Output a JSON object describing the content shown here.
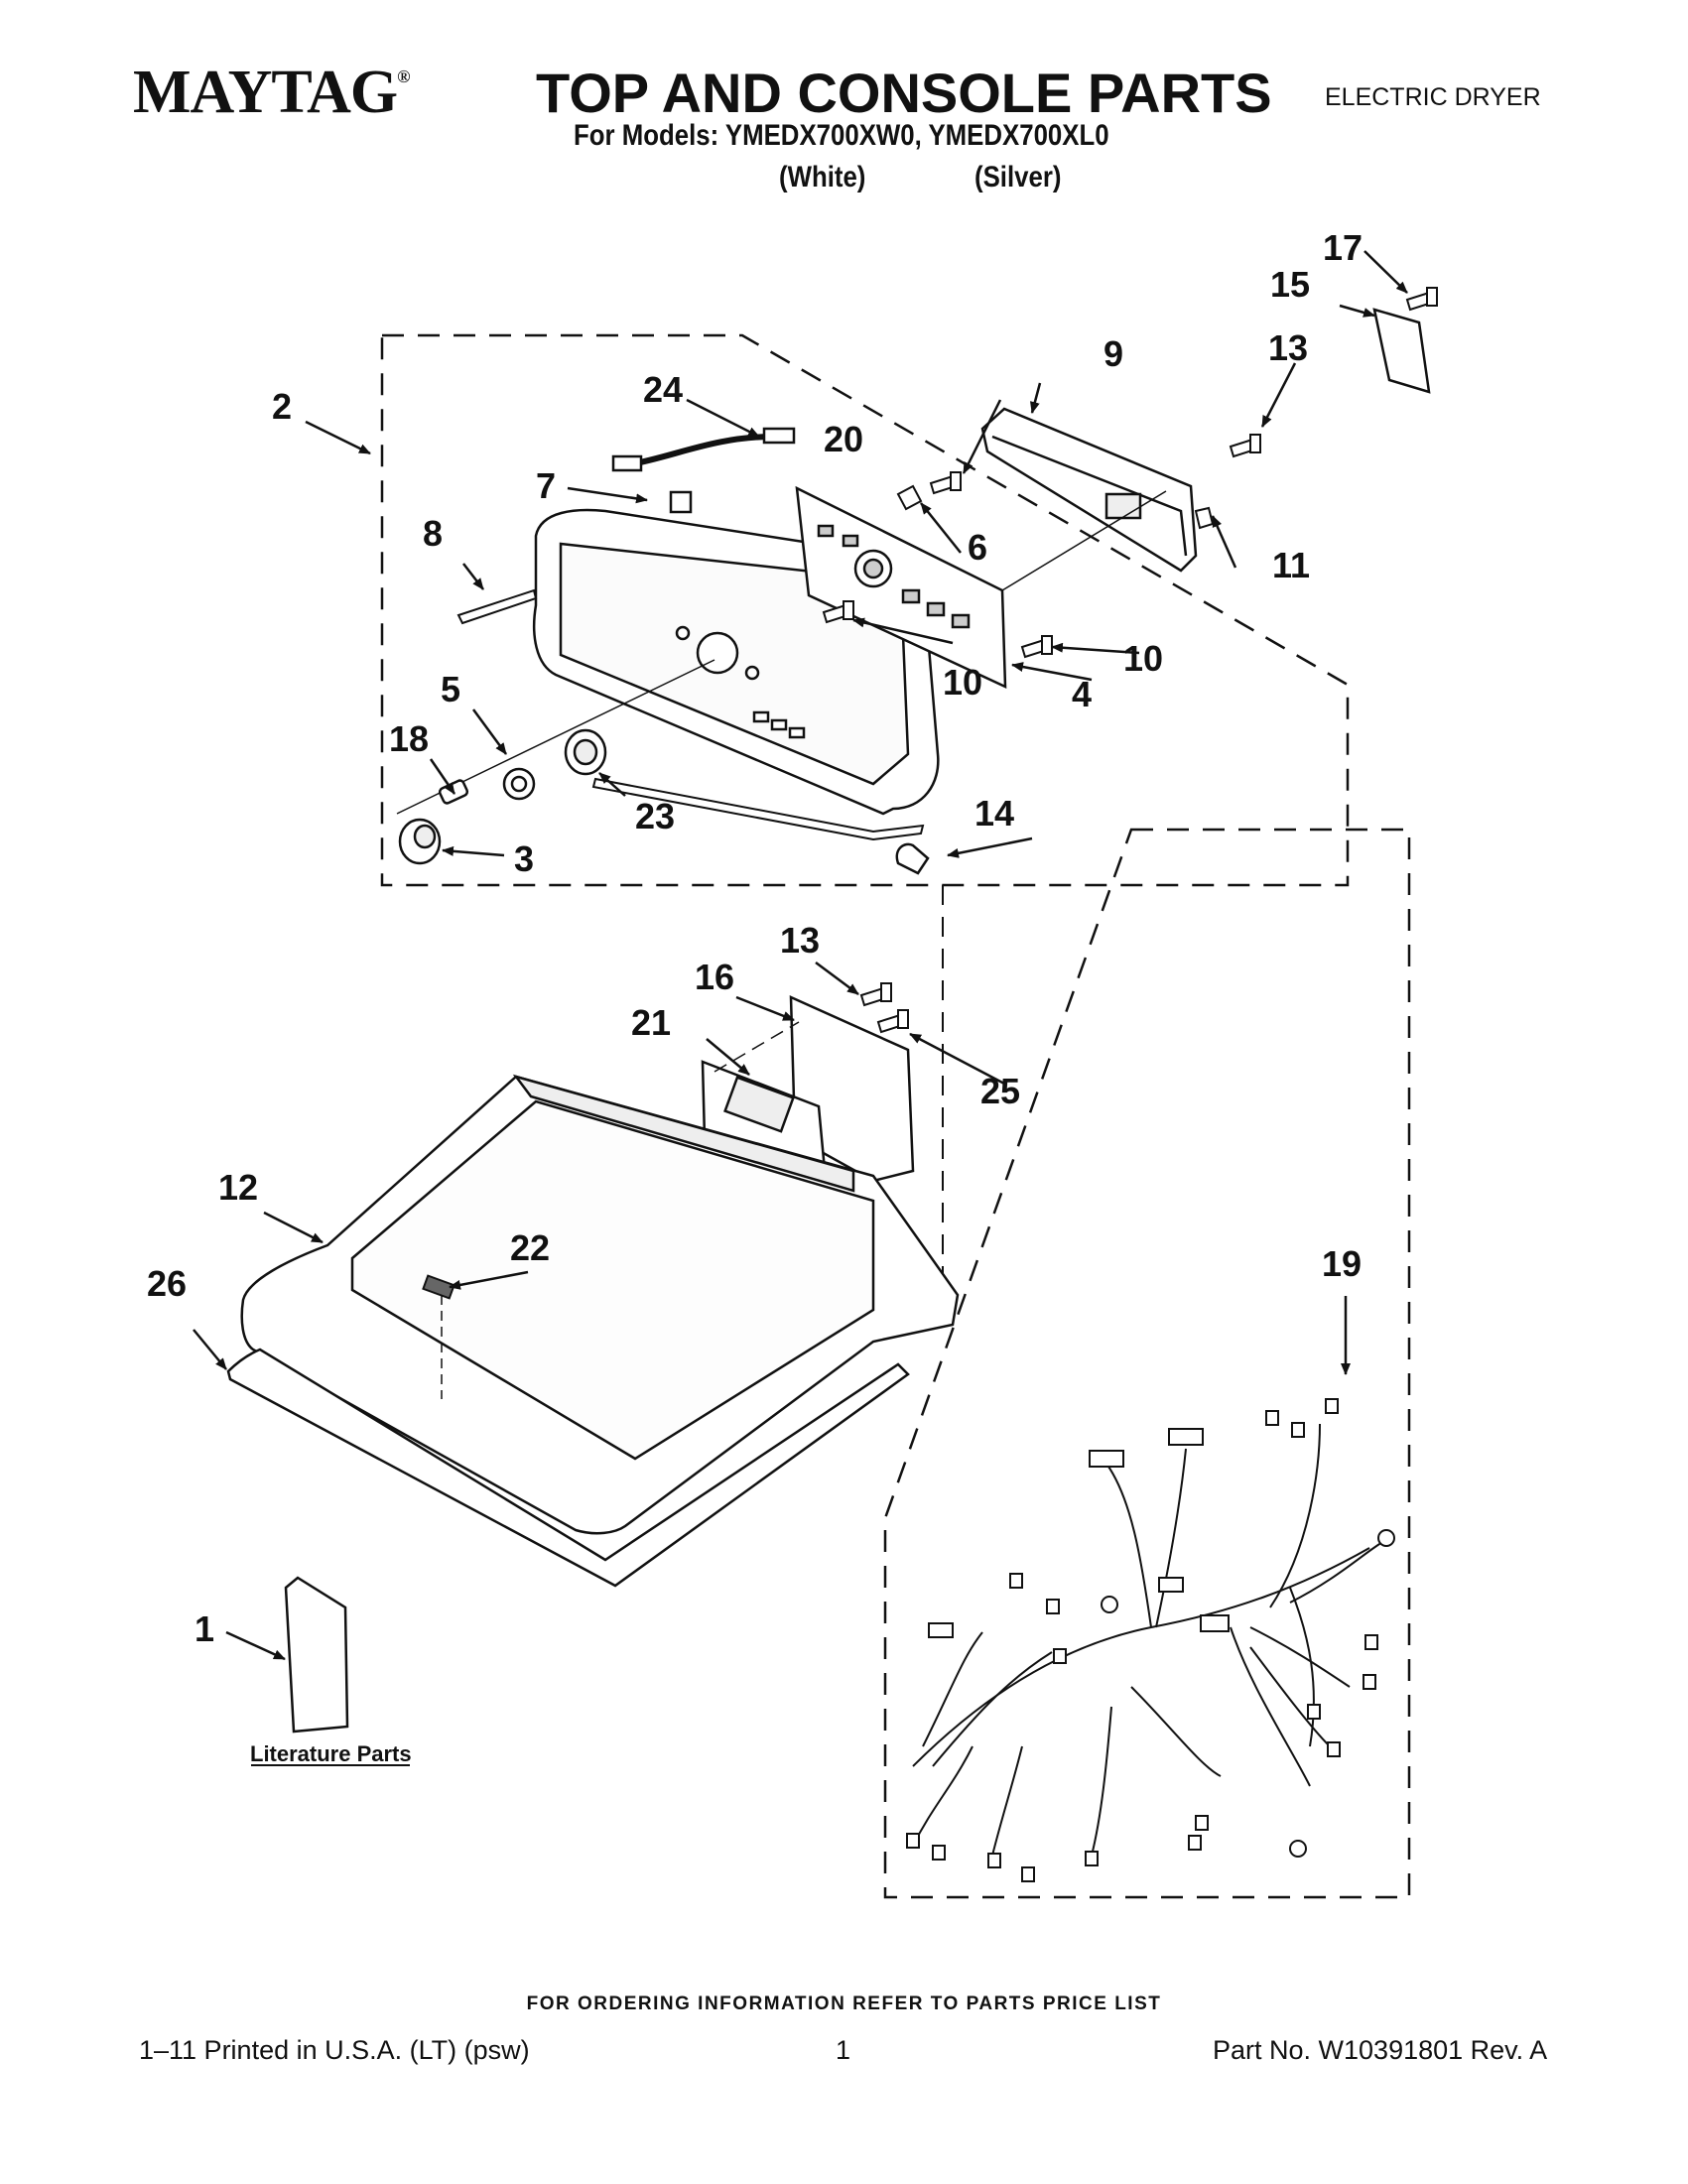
{
  "header": {
    "brand": "MAYTAG",
    "brand_mark": "®",
    "title": "TOP AND CONSOLE PARTS",
    "appliance_type": "ELECTRIC DRYER",
    "models_line": "For Models: YMEDX700XW0, YMEDX700XL0",
    "variant_white": "(White)",
    "variant_silver": "(Silver)"
  },
  "diagram": {
    "callouts": {
      "c1": "1",
      "c2": "2",
      "c3": "3",
      "c4": "4",
      "c5": "5",
      "c6": "6",
      "c7": "7",
      "c8": "8",
      "c9": "9",
      "c10a": "10",
      "c10b": "10",
      "c11": "11",
      "c12": "12",
      "c13a": "13",
      "c13b": "13",
      "c14": "14",
      "c15": "15",
      "c16": "16",
      "c17": "17",
      "c18": "18",
      "c19": "19",
      "c20": "20",
      "c21": "21",
      "c22": "22",
      "c23": "23",
      "c24": "24",
      "c25": "25",
      "c26": "26"
    },
    "literature_label": "Literature Parts"
  },
  "footer": {
    "ordering_note": "FOR ORDERING INFORMATION REFER TO PARTS PRICE LIST",
    "print_info": "1–11 Printed in U.S.A. (LT) (psw)",
    "page_number": "1",
    "part_number": "Part No. W10391801 Rev. A"
  },
  "colors": {
    "ink": "#111111",
    "paper": "#ffffff",
    "part_fill": "#f2f2f2"
  }
}
